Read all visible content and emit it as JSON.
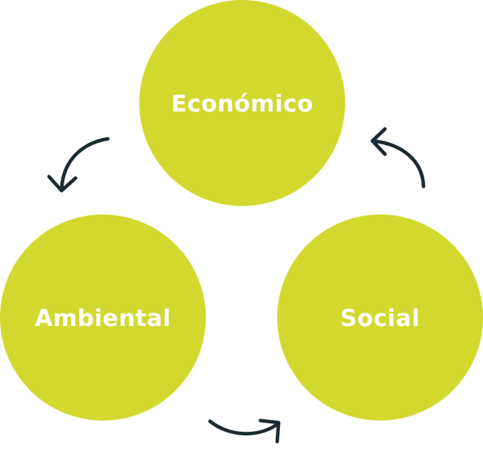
{
  "diagram": {
    "nodes": [
      {
        "id": "economico",
        "label": "Económico"
      },
      {
        "id": "ambiental",
        "label": "Ambiental"
      },
      {
        "id": "social",
        "label": "Social"
      }
    ],
    "edges": [
      {
        "from": "economico",
        "to": "ambiental"
      },
      {
        "from": "ambiental",
        "to": "social"
      },
      {
        "from": "social",
        "to": "economico"
      }
    ]
  },
  "colors": {
    "circle_fill": "#d2d92e",
    "label_text": "#ffffff",
    "arrow": "#1c2b33",
    "background": "#ffffff"
  }
}
